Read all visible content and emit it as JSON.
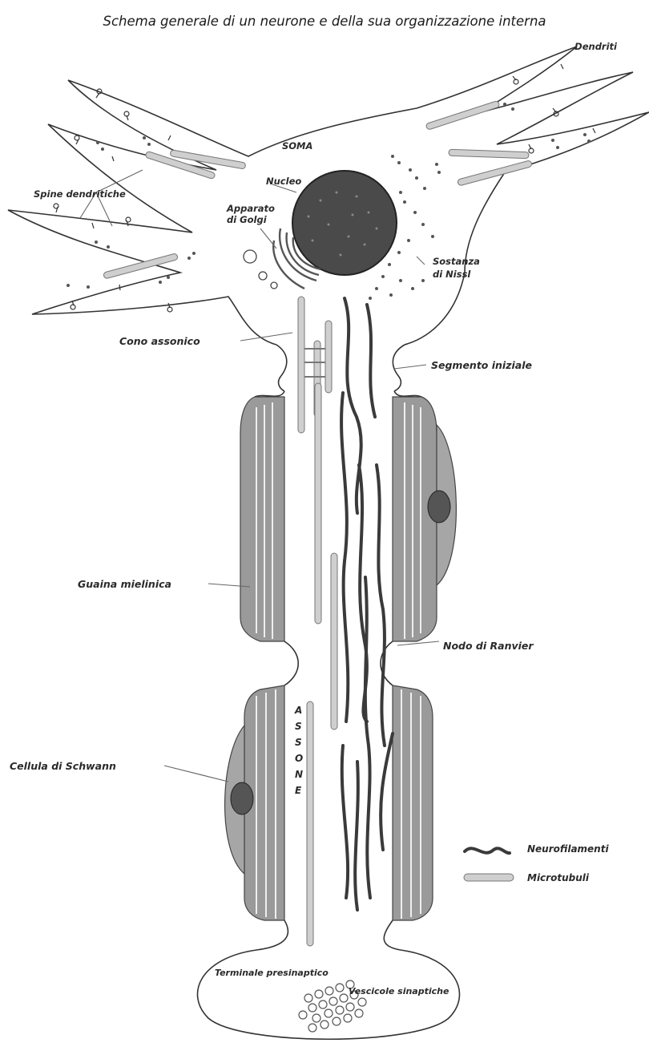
{
  "title": "Schema generale di un neurone e della sua organizzazione interna",
  "labels": {
    "dendriti": "Dendriti",
    "soma": "SOMA",
    "nucleo": "Nucleo",
    "spine_dendritiche": "Spine dendritiche",
    "apparato_golgi_1": "Apparato",
    "apparato_golgi_2": "di Golgi",
    "sostanza_nissl_1": "Sostanza",
    "sostanza_nissl_2": "di Nissl",
    "cono_assonico": "Cono assonico",
    "segmento_iniziale": "Segmento iniziale",
    "guaina_mielinica": "Guaina mielinica",
    "nodo_ranvier": "Nodo di Ranvier",
    "assone_letters": [
      "A",
      "S",
      "S",
      "O",
      "N",
      "E"
    ],
    "cellula_schwann": "Cellula di Schwann",
    "terminale_presinaptico": "Terminale presinaptico",
    "vescicole_sinaptiche": "Vescicole sinaptiche"
  },
  "legend": {
    "neurofilamenti": "Neurofilamenti",
    "microtubuli": "Microtubuli"
  },
  "colors": {
    "outline": "#333333",
    "myelin": "#9a9a9a",
    "neurofilament": "#3a3a3a",
    "microtubule": "#cfcfcf",
    "nucleus": "#4a4a4a"
  }
}
